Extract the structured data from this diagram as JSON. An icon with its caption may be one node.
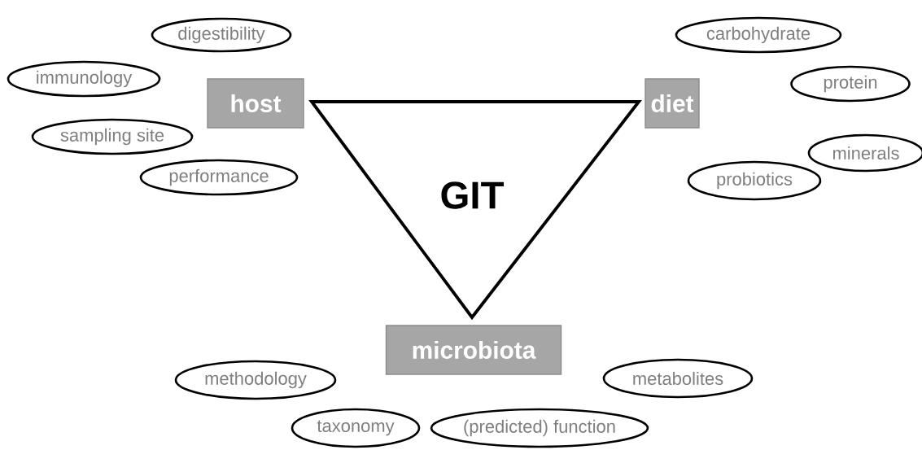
{
  "diagram": {
    "nodes": [
      {
        "text": [
          "GIT"
        ]
      },
      {
        "text": [
          "host"
        ]
      },
      {
        "text": [
          "diet"
        ]
      },
      {
        "text": [
          "microbiota"
        ]
      },
      {
        "text": [
          "digestibility"
        ]
      },
      {
        "text": [
          "immunology"
        ]
      },
      {
        "text": [
          "sampling site"
        ]
      },
      {
        "text": [
          "performance"
        ]
      },
      {
        "text": [
          "carbohydrate"
        ]
      },
      {
        "text": [
          "protein"
        ]
      },
      {
        "text": [
          "minerals"
        ]
      },
      {
        "text": [
          "probiotics"
        ]
      },
      {
        "text": [
          "methodology"
        ]
      },
      {
        "text": [
          "metabolites"
        ]
      },
      {
        "text": [
          "taxonomy"
        ]
      },
      {
        "text": [
          "(predicted) function"
        ]
      }
    ],
    "edges": []
  }
}
